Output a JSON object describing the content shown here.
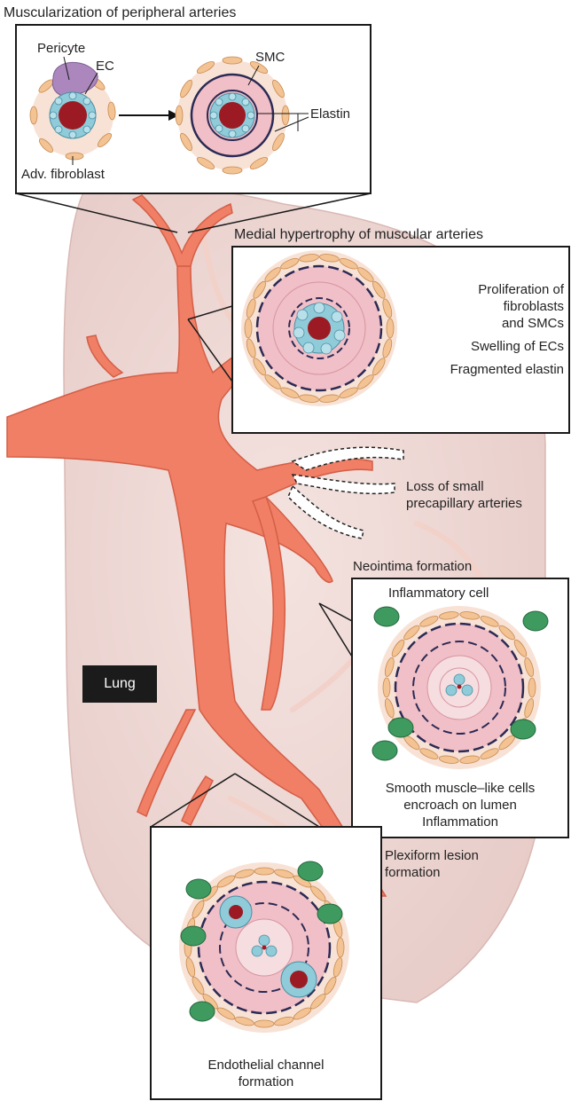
{
  "panels": {
    "top": {
      "title": "Muscularization of peripheral arteries",
      "labels": {
        "pericyte": "Pericyte",
        "ec": "EC",
        "adv_fibroblast": "Adv. fibroblast",
        "smc": "SMC",
        "elastin": "Elastin"
      }
    },
    "medial": {
      "title": "Medial hypertrophy of muscular arteries",
      "text": [
        "Proliferation of",
        "fibroblasts",
        "and SMCs",
        "Swelling of ECs",
        "Fragmented elastin"
      ]
    },
    "loss": {
      "text": [
        "Loss of small",
        "precapillary arteries"
      ]
    },
    "neointima": {
      "title": "Neointima formation",
      "label": "Inflammatory cell",
      "caption": [
        "Smooth muscle–like cells",
        "encroach on lumen",
        "Inflammation"
      ]
    },
    "plexiform": {
      "title": [
        "Plexiform lesion",
        "formation"
      ],
      "caption": [
        "Endothelial channel",
        "formation"
      ]
    }
  },
  "lung_label": "Lung",
  "colors": {
    "lung": "#eed9d6",
    "artery": "#f07f66",
    "fibroblast": "#f3c393",
    "smc": "#f1bfc7",
    "endothelial": "#8fcbd9",
    "lumen": "#9c1a23",
    "inflammatory": "#3e9a5f",
    "pericyte": "#ab87be",
    "elastin": "#2b2a55"
  }
}
